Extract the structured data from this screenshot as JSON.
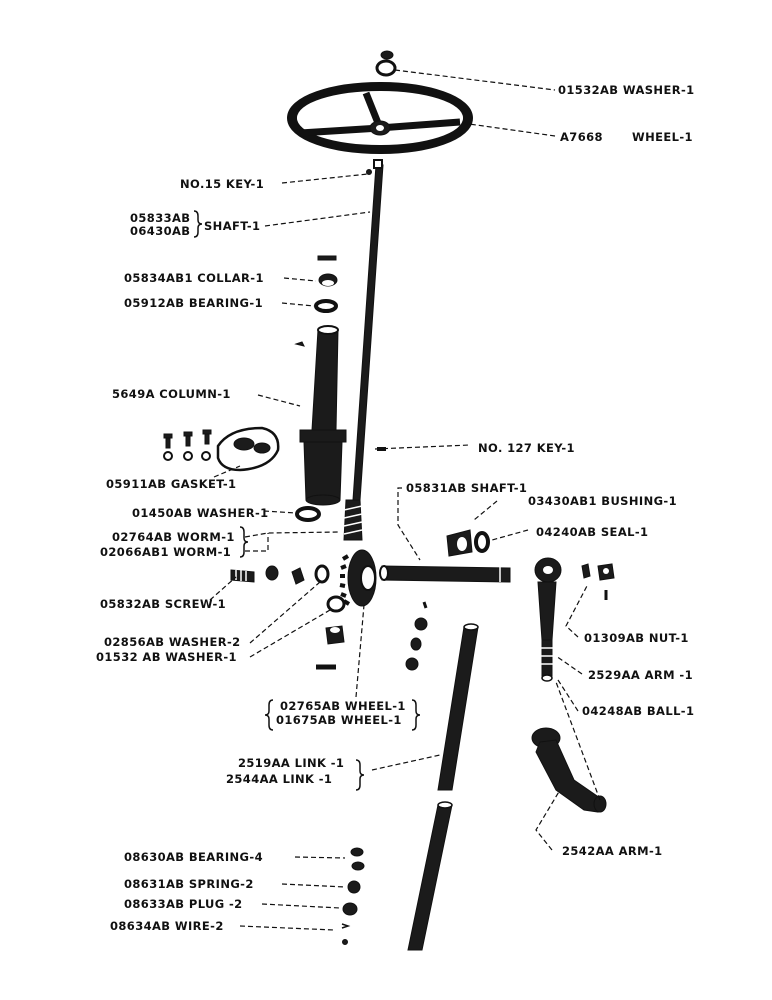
{
  "figure": {
    "labels": [
      {
        "id": "washer-01532ab",
        "text": "01532AB WASHER-1"
      },
      {
        "id": "wheel-a7668-code",
        "text": "A7668"
      },
      {
        "id": "wheel-a7668-name",
        "text": "WHEEL-1"
      },
      {
        "id": "key-no15",
        "text": "NO.15 KEY-1"
      },
      {
        "id": "shaft-05833ab",
        "text": "05833AB"
      },
      {
        "id": "shaft-06430ab",
        "text": "06430AB"
      },
      {
        "id": "shaft-name",
        "text": "SHAFT-1"
      },
      {
        "id": "collar-05834ab1",
        "text": "05834AB1 COLLAR-1"
      },
      {
        "id": "bearing-05912ab",
        "text": "05912AB BEARING-1"
      },
      {
        "id": "column-5649a",
        "text": "5649A COLUMN-1"
      },
      {
        "id": "key-no127",
        "text": "NO. 127 KEY-1"
      },
      {
        "id": "gasket-05911ab",
        "text": "05911AB GASKET-1"
      },
      {
        "id": "shaft-05831ab",
        "text": "05831AB SHAFT-1"
      },
      {
        "id": "bushing-03430ab1",
        "text": "03430AB1 BUSHING-1"
      },
      {
        "id": "washer-01450ab",
        "text": "01450AB WASHER-1"
      },
      {
        "id": "seal-04240ab",
        "text": "04240AB SEAL-1"
      },
      {
        "id": "worm-02764ab",
        "text": "02764AB WORM-1"
      },
      {
        "id": "worm-02066ab1",
        "text": "02066AB1 WORM-1"
      },
      {
        "id": "screw-05832ab",
        "text": "05832AB SCREW-1"
      },
      {
        "id": "washer-02856ab",
        "text": "02856AB WASHER-2"
      },
      {
        "id": "washer-01532ab-lower",
        "text": "01532 AB WASHER-1"
      },
      {
        "id": "nut-01309ab",
        "text": "01309AB NUT-1"
      },
      {
        "id": "arm-2529aa",
        "text": "2529AA ARM -1"
      },
      {
        "id": "wheel-02765ab",
        "text": "02765AB WHEEL-1"
      },
      {
        "id": "wheel-01675ab",
        "text": "01675AB WHEEL-1"
      },
      {
        "id": "ball-04248ab",
        "text": "04248AB BALL-1"
      },
      {
        "id": "link-2519aa",
        "text": "2519AA LINK -1"
      },
      {
        "id": "link-2544aa",
        "text": "2544AA LINK -1"
      },
      {
        "id": "arm-2542aa",
        "text": "2542AA ARM-1"
      },
      {
        "id": "bearing-08630ab",
        "text": "08630AB BEARING-4"
      },
      {
        "id": "spring-08631ab",
        "text": "08631AB SPRING-2"
      },
      {
        "id": "plug-08633ab",
        "text": "08633AB PLUG -2"
      },
      {
        "id": "wire-08634ab",
        "text": "08634AB WIRE-2"
      }
    ]
  }
}
